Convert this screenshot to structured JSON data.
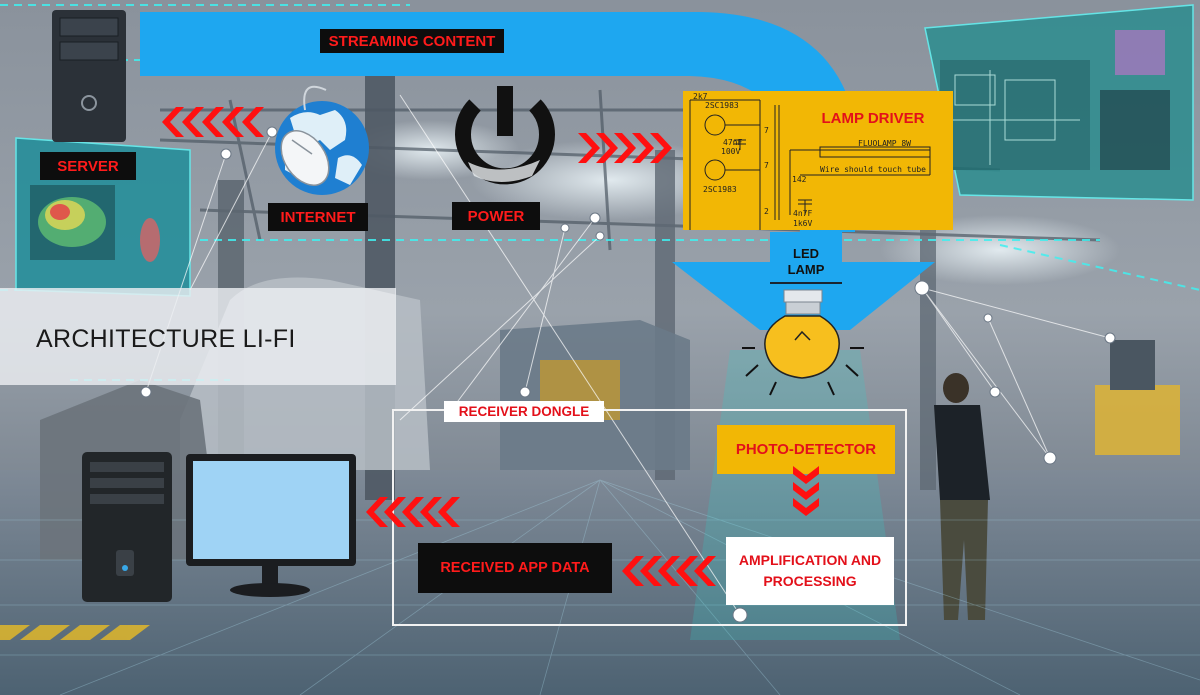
{
  "diagram": {
    "title": "ARCHITECTURE LI-FI",
    "labels": {
      "streaming_content": "STREAMING CONTENT",
      "server": "SERVER",
      "internet": "INTERNET",
      "power": "POWER",
      "lamp_driver": "LAMP DRIVER",
      "led_lamp_line1": "LED",
      "led_lamp_line2": "LAMP",
      "receiver_dongle": "RECEIVER DONGLE",
      "photo_detector": "PHOTO-DETECTOR",
      "amplification_line1": "AMPLIFICATION AND",
      "amplification_line2": "PROCESSING",
      "received_app_data": "RECEIVED APP DATA"
    },
    "circuit_labels": {
      "r1": "2k7",
      "q1": "2SC1983",
      "q2": "2SC1983",
      "cap1_value": "47nF",
      "cap1_voltage": "100V",
      "t_winding_top": "7",
      "t_winding_mid": "7",
      "t_winding_bot": "2",
      "r2": "142",
      "lamp": "FLUOLAMP 8W",
      "note": "Wire should touch tube",
      "cap2_value": "4n7F",
      "cap2_voltage": "1k6V"
    },
    "colors": {
      "stream_blue": "#1ea7f0",
      "chevron_red": "#ff1010",
      "panel_yellow": "#f2b705",
      "label_red": "#e3101a",
      "label_dark": "#0d0d0d"
    },
    "icons": [
      "server-tower-icon",
      "globe-mouse-icon",
      "power-icon",
      "led-bulb-icon",
      "desktop-tower-icon",
      "monitor-icon"
    ]
  }
}
